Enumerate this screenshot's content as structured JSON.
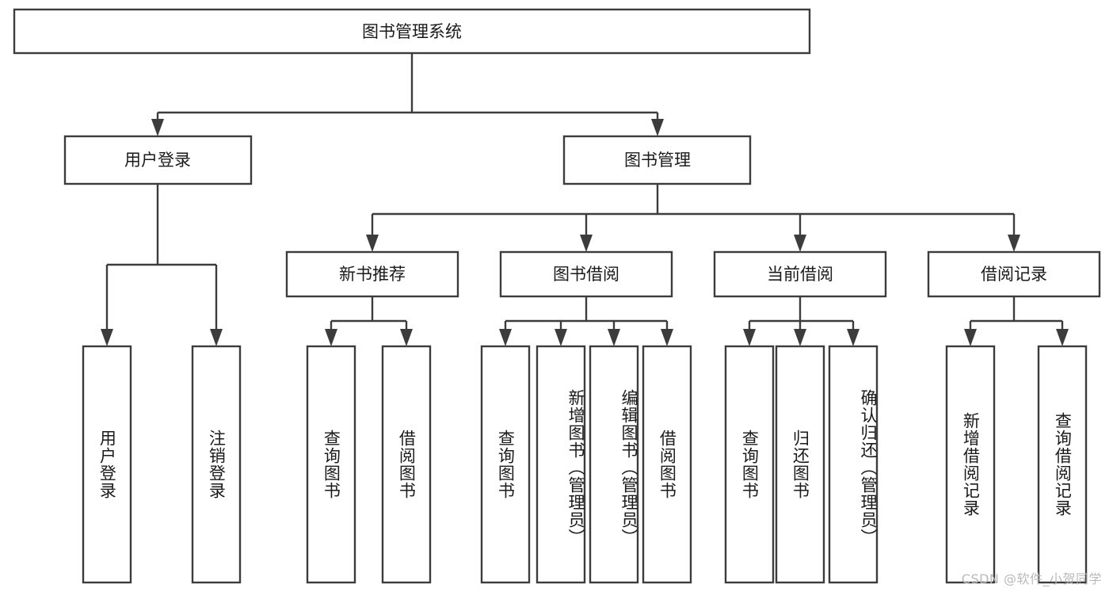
{
  "diagram": {
    "title": "图书管理系统",
    "type": "tree",
    "orientation": "top-down",
    "watermark": "CSDN @软件_小贺同学",
    "colors": {
      "box_fill": "#ffffff",
      "box_stroke": "#3c3c3c",
      "text": "#1a1a1a",
      "watermark": "#b9b9b9",
      "background": "#ffffff"
    },
    "nodes": {
      "root": {
        "label": "图书管理系统"
      },
      "level2": [
        {
          "id": "user-login",
          "label": "用户登录"
        },
        {
          "id": "book-management",
          "label": "图书管理"
        }
      ],
      "level3": [
        {
          "id": "new-book-recommend",
          "label": "新书推荐"
        },
        {
          "id": "book-borrow",
          "label": "图书借阅"
        },
        {
          "id": "current-borrow",
          "label": "当前借阅"
        },
        {
          "id": "borrow-record",
          "label": "借阅记录"
        }
      ],
      "leaves": {
        "user-login": [
          {
            "id": "leaf-user-login",
            "label": "用户登录"
          },
          {
            "id": "leaf-logout-login",
            "label": "注销登录"
          }
        ],
        "new-book-recommend": [
          {
            "id": "leaf-query-book-1",
            "label": "查询图书"
          },
          {
            "id": "leaf-borrow-book-1",
            "label": "借阅图书"
          }
        ],
        "book-borrow": [
          {
            "id": "leaf-query-book-2",
            "label": "查询图书"
          },
          {
            "id": "leaf-add-book",
            "label": "新增图书（管理员）"
          },
          {
            "id": "leaf-edit-book",
            "label": "编辑图书（管理员）"
          },
          {
            "id": "leaf-borrow-book-2",
            "label": "借阅图书"
          }
        ],
        "current-borrow": [
          {
            "id": "leaf-query-book-3",
            "label": "查询图书"
          },
          {
            "id": "leaf-return-book",
            "label": "归还图书"
          },
          {
            "id": "leaf-confirm-return",
            "label": "确认归还（管理员）"
          }
        ],
        "borrow-record": [
          {
            "id": "leaf-add-borrow-record",
            "label": "新增借阅记录"
          },
          {
            "id": "leaf-query-borrow-record",
            "label": "查询借阅记录"
          }
        ]
      }
    }
  }
}
